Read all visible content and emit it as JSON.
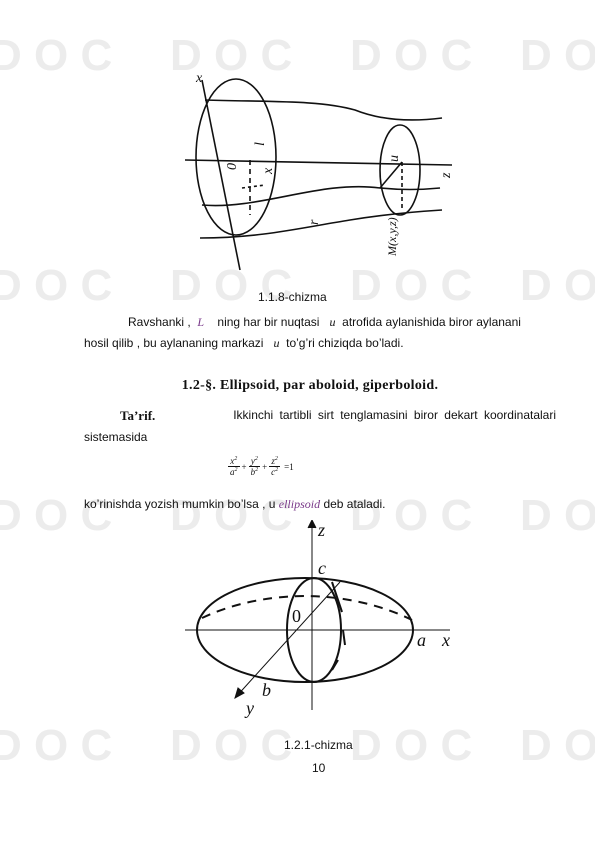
{
  "figure1": {
    "caption": "1.1.8-chizma",
    "labels": {
      "x": "x",
      "l": "l",
      "zero": "0",
      "z": "z",
      "u": "u",
      "M": "M(x,y,z)",
      "r": "r",
      "xi": "x"
    }
  },
  "paragraph1": {
    "part1": "Ravshanki ,",
    "L": "L",
    "part2": "ning  har bir nuqtasi",
    "u": "u",
    "part3": "atrofida aylanishida biror  aylanani",
    "line2a": "hosil qilib , bu aylananing markazi",
    "u2": "u",
    "line2b": "to’g’ri chiziqda bo’ladi."
  },
  "section": {
    "heading": "1.2-§. Ellipsoid, par aboloid, giperboloid."
  },
  "paragraph2": {
    "term": "Ta’rif.",
    "text1": "Ikkinchi  tartibli  sirt  tenglamasini  biror  dekart  koordinatalari",
    "text2": "sistemasida"
  },
  "equation": {
    "num1": "x",
    "den1": "a",
    "num2": "y",
    "den2": "b",
    "num3": "z",
    "den3": "c",
    "exp": "2",
    "rhs": "=1",
    "plus": "+"
  },
  "paragraph3": {
    "text": "ko’rinishda yozish mumkin bo’lsa , u",
    "term": "ellipsoid",
    "tail": "deb ataladi."
  },
  "figure2": {
    "caption": "1.2.1-chizma",
    "labels": {
      "z": "z",
      "c": "c",
      "zero": "0",
      "a": "a",
      "x": "x",
      "b": "b",
      "y": "y"
    }
  },
  "page_number": "10",
  "colors": {
    "text": "#111111",
    "term": "#7a3a8a",
    "watermark": "#e6e6e6"
  }
}
